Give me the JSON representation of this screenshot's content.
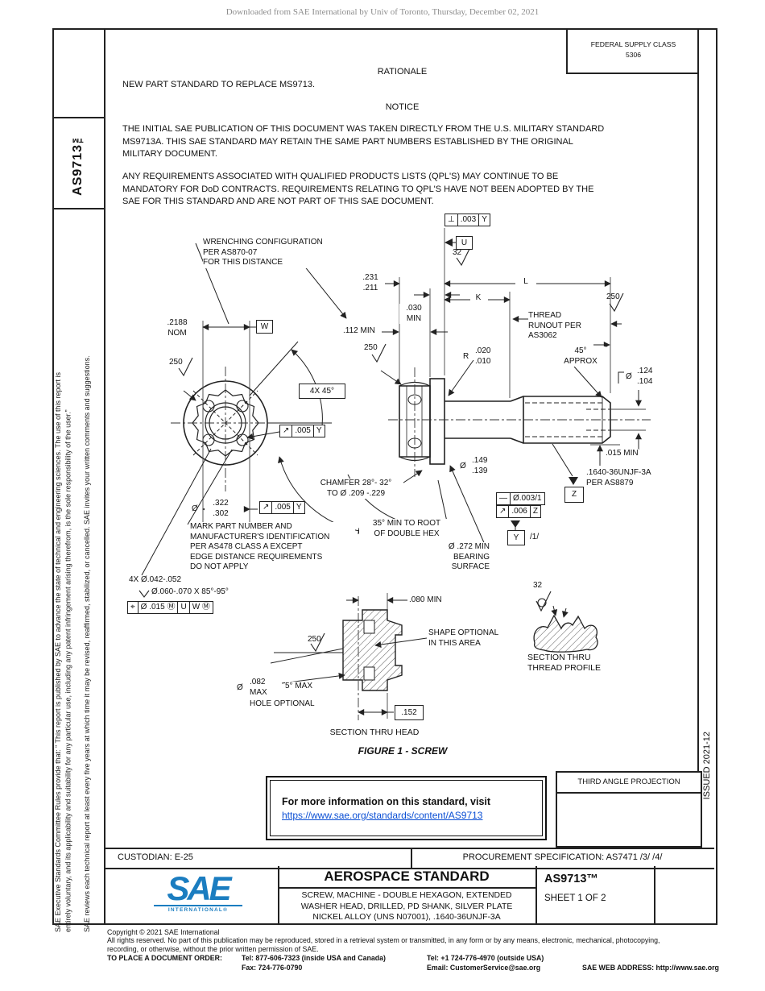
{
  "page": {
    "downloaded_notice": "Downloaded from SAE International by Univ of Toronto, Thursday, December 02, 2021"
  },
  "sidebar": {
    "doc_number_vertical": "AS9713™",
    "committee_rules": "SAE Executive Standards Committee Rules provide that: “ This report is published by SAE to advance the state of technical and engineering sciences. The use of this report is\nentirely voluntary, and its applicability and suitability for any particular use, including any patent infringement arising therefrom, is the sole responsibility of the user.”",
    "review_note": "SAE reviews each technical report at least every five years at which time it may be revised, reaffirmed, stabilized, or cancelled. SAE invites your written comments and suggestions.",
    "issued_vertical": "ISSUED 2021-12"
  },
  "header": {
    "federal_supply_class_line1": "FEDERAL SUPPLY CLASS",
    "federal_supply_class_line2": "5306",
    "rationale_title": "RATIONALE",
    "rationale_text": "NEW PART STANDARD TO REPLACE MS9713.",
    "notice_title": "NOTICE",
    "notice_p1": "THE INITIAL SAE PUBLICATION OF THIS DOCUMENT WAS TAKEN DIRECTLY FROM THE U.S. MILITARY STANDARD\nMS9713A. THIS SAE STANDARD MAY RETAIN THE SAME PART NUMBERS ESTABLISHED BY THE ORIGINAL\nMILITARY DOCUMENT.",
    "notice_p2": "ANY REQUIREMENTS ASSOCIATED WITH QUALIFIED PRODUCTS LISTS (QPL'S) MAY CONTINUE TO BE\nMANDATORY FOR DoD CONTRACTS. REQUIREMENTS RELATING TO QPL'S HAVE NOT BEEN ADOPTED BY THE\nSAE FOR THIS STANDARD AND ARE NOT PART OF THIS SAE DOCUMENT."
  },
  "drawing": {
    "wrenching_note": "WRENCHING CONFIGURATION\nPER AS870-07\nFOR THIS DISTANCE",
    "dim_2188": ".2188\nNOM",
    "datum_w": "W",
    "finish_250": "250",
    "finish_32": "32",
    "angle_4x45": "4X 45°",
    "fcf_runout_sym": "↗",
    "fcf_005": ".005",
    "datum_y": "Y",
    "dia_sym": "Ø",
    "dia_322_vals": ".322\n.302",
    "mark_note": "MARK PART NUMBER AND\nMANUFACTURER'S IDENTIFICATION\nPER AS478 CLASS A EXCEPT\nEDGE DISTANCE REQUIREMENTS\nDO NOT APPLY",
    "holes_4x": "4X Ø.042-.052",
    "csk_vals": "Ø.060-.070 X 85°-95°",
    "pos_c1": "⌖",
    "pos_c2": "Ø .015  Ⓜ",
    "pos_c3": "U",
    "pos_c4": "W Ⓜ",
    "fcf_perp_sym": "⊥",
    "fcf_003": ".003",
    "datum_u": "U",
    "dim_231": ".231\n.211",
    "dim_L": "L",
    "dim_K": "K",
    "dim_030": ".030\nMIN",
    "dim_112": ".112 MIN",
    "thread_runout": "THREAD\nRUNOUT PER\nAS3062",
    "r_sym": "R",
    "r_vals": ".020\n.010",
    "angle_45approx": "45°\nAPPROX",
    "dia_124_vals": ".124\n.104",
    "dim_015": ".015 MIN",
    "dia_149_vals": ".149\n.139",
    "thread_spec": ".1640-36UNJF-3A\nPER AS8879",
    "datum_z": "Z",
    "fcf_str_sym": "—",
    "fcf_str_tol": "Ø.003/1",
    "fcf_006": ".006",
    "datum_y_note": "/1/",
    "chamfer_note": "CHAMFER 28°- 32°\nTO Ø .209 -.229",
    "hex_root_note": "35° MIN TO ROOT\nOF DOUBLE HEX",
    "bearing_note": "Ø .272 MIN\nBEARING\nSURFACE",
    "dim_080": ".080 MIN",
    "shape_note": "SHAPE OPTIONAL\nIN THIS AREA",
    "angle_5max": "5° MAX",
    "hole_082_vals": ".082\nMAX",
    "hole_note": "HOLE OPTIONAL",
    "dim_152": ".152",
    "section_head": "SECTION THRU HEAD",
    "section_thread": "SECTION THRU\nTHREAD PROFILE",
    "figure_caption": "FIGURE 1 - SCREW"
  },
  "info_box": {
    "line1": "For more information on this standard, visit",
    "link": "https://www.sae.org/standards/content/AS9713"
  },
  "projection": {
    "title": "THIRD ANGLE PROJECTION"
  },
  "title_block": {
    "custodian": "CUSTODIAN: E-25",
    "procurement": "PROCUREMENT SPECIFICATION: AS7471 /3/ /4/",
    "standard_type": "AEROSPACE STANDARD",
    "title": "SCREW, MACHINE - DOUBLE HEXAGON, EXTENDED\nWASHER HEAD, DRILLED, PD SHANK, SILVER PLATE\nNICKEL ALLOY (UNS N07001), .1640-36UNJF-3A",
    "doc_number": "AS9713™",
    "sheet": "SHEET 1 OF 2",
    "logo_text": "SAE",
    "logo_sub": "INTERNATIONAL®"
  },
  "footer": {
    "copyright": "Copyright © 2021 SAE International",
    "rights": "All rights reserved. No part of this publication may be reproduced, stored in a retrieval system or transmitted, in any form or by any means, electronic, mechanical, photocopying,\nrecording, or otherwise, without the prior written permission of SAE.",
    "order_label": "TO PLACE A DOCUMENT ORDER:",
    "tel1": "Tel: 877-606-7323 (inside USA and Canada)",
    "tel2": "Tel: +1 724-776-4970 (outside USA)",
    "fax": "Fax: 724-776-0790",
    "email": "Email: CustomerService@sae.org",
    "web": "SAE WEB ADDRESS: http://www.sae.org"
  },
  "colors": {
    "accent_blue": "#1b7dc0",
    "link_blue": "#0b4fd4"
  }
}
